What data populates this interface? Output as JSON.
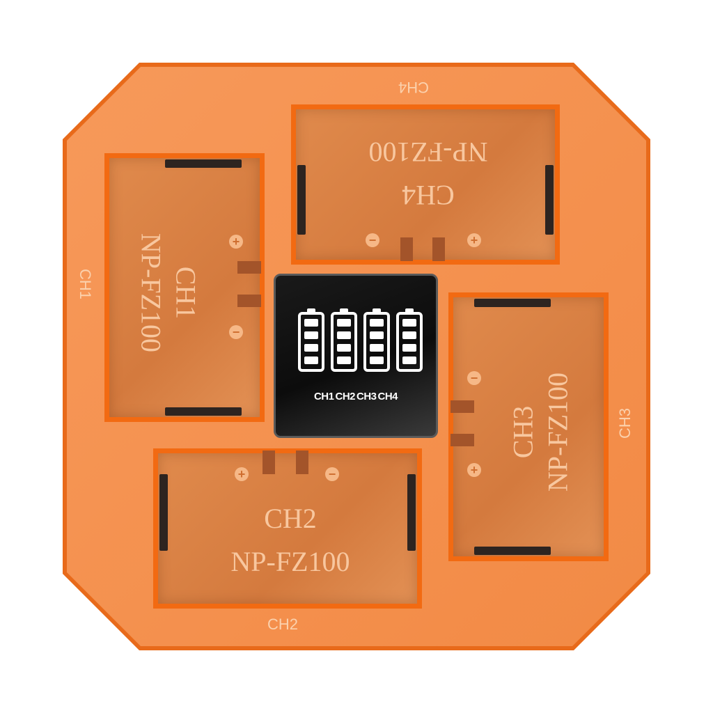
{
  "product": {
    "type": "4-channel battery charger",
    "body_color": "#f5914d",
    "accent_color": "#f26a12",
    "edge_labels": {
      "top": "CH4",
      "left": "CH1",
      "right": "CH3",
      "bottom": "CH2"
    },
    "bays": [
      {
        "channel": "CH1",
        "model": "NP-FZ100"
      },
      {
        "channel": "CH2",
        "model": "NP-FZ100"
      },
      {
        "channel": "CH3",
        "model": "NP-FZ100"
      },
      {
        "channel": "CH4",
        "model": "NP-FZ100"
      }
    ],
    "terminals": {
      "plus": "+",
      "minus": "−"
    },
    "display": {
      "background": "#111111",
      "battery_icons": 4,
      "segments_per_battery": 4,
      "channels": [
        "CH1",
        "CH2",
        "CH3",
        "CH4"
      ]
    }
  }
}
